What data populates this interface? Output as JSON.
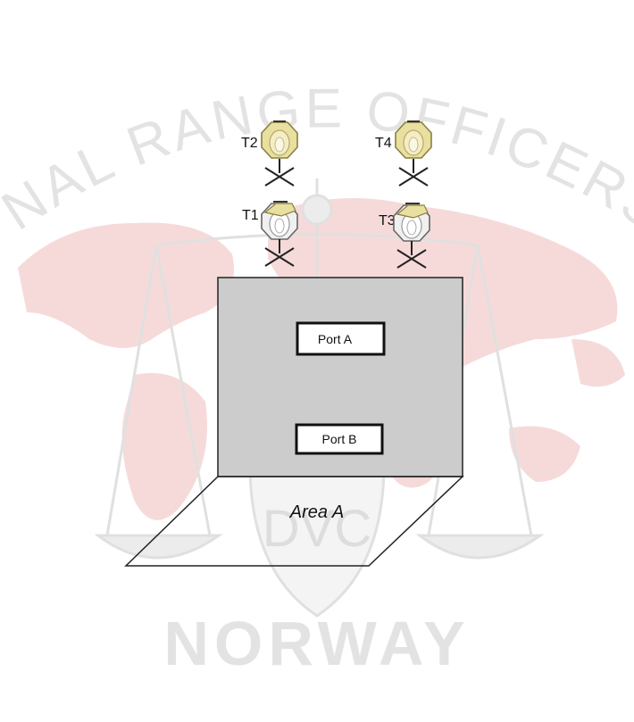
{
  "watermark": {
    "arc_text": "NAL RANGE OFFICERS INS",
    "bottom_text": "NORWAY",
    "monogram": "DVC"
  },
  "targets": {
    "t1": {
      "label": "T1"
    },
    "t2": {
      "label": "T2"
    },
    "t3": {
      "label": "T3"
    },
    "t4": {
      "label": "T4"
    }
  },
  "ports": {
    "a": {
      "label": "Port A"
    },
    "b": {
      "label": "Port B"
    }
  },
  "area": {
    "label": "Area A"
  },
  "colors": {
    "wall_fill": "#cccccc",
    "target_fill": "#e8dfa0",
    "target_stroke": "#8a7f40",
    "watermark_map": "#f6dada",
    "watermark_text": "#e3e3e3"
  }
}
